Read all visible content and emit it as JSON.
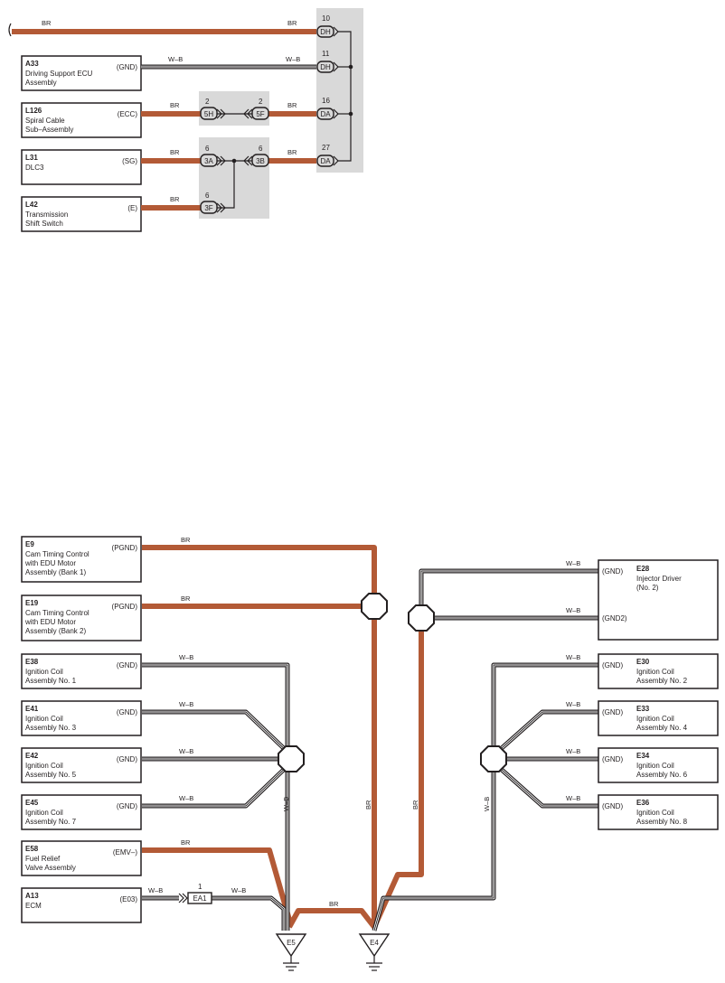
{
  "top": {
    "components": [
      {
        "code": "A33",
        "name_lines": [
          "Driving Support ECU",
          "Assembly"
        ],
        "pin": "(GND)"
      },
      {
        "code": "L126",
        "name_lines": [
          "Spiral Cable",
          "Sub–Assembly"
        ],
        "pin": "(ECC)"
      },
      {
        "code": "L31",
        "name_lines": [
          "DLC3"
        ],
        "pin": "(SG)"
      },
      {
        "code": "L42",
        "name_lines": [
          "Transmission",
          "Shift Switch"
        ],
        "pin": "(E)"
      }
    ],
    "wires": {
      "w_top_left": "BR",
      "w_top_right": "BR",
      "w_a33_left": "W–B",
      "w_a33_right": "W–B",
      "w_l126_left": "BR",
      "w_l126_mid": "BR",
      "w_l31_left": "BR",
      "w_l31_mid": "BR",
      "w_l42": "BR"
    },
    "right_connectors": [
      {
        "num": "10",
        "id": "DH"
      },
      {
        "num": "11",
        "id": "DH"
      },
      {
        "num": "16",
        "id": "DA"
      },
      {
        "num": "27",
        "id": "DA"
      }
    ],
    "mid_connectors": [
      {
        "num_left": "2",
        "id_left": "5H",
        "num_right": "2",
        "id_right": "5F"
      },
      {
        "num_left": "6",
        "id_left": "3A",
        "num_right": "6",
        "id_right": "3B"
      },
      {
        "num_left": "6",
        "id_left": "3F"
      }
    ]
  },
  "bottom": {
    "left_components": [
      {
        "code": "E9",
        "name_lines": [
          "Cam Timing Control",
          "with EDU Motor",
          "Assembly (Bank 1)"
        ],
        "pin": "(PGND)",
        "wire": "BR"
      },
      {
        "code": "E19",
        "name_lines": [
          "Cam Timing Control",
          "with EDU Motor",
          "Assembly (Bank 2)"
        ],
        "pin": "(PGND)",
        "wire": "BR"
      },
      {
        "code": "E38",
        "name_lines": [
          "Ignition Coil",
          "Assembly No. 1"
        ],
        "pin": "(GND)",
        "wire": "W–B"
      },
      {
        "code": "E41",
        "name_lines": [
          "Ignition Coil",
          "Assembly No. 3"
        ],
        "pin": "(GND)",
        "wire": "W–B"
      },
      {
        "code": "E42",
        "name_lines": [
          "Ignition Coil",
          "Assembly No. 5"
        ],
        "pin": "(GND)",
        "wire": "W–B"
      },
      {
        "code": "E45",
        "name_lines": [
          "Ignition Coil",
          "Assembly No. 7"
        ],
        "pin": "(GND)",
        "wire": "W–B"
      },
      {
        "code": "E58",
        "name_lines": [
          "Fuel Relief",
          "Valve Assembly"
        ],
        "pin": "(EMV–)",
        "wire": "BR"
      },
      {
        "code": "A13",
        "name_lines": [
          "ECM"
        ],
        "pin": "(E03)",
        "wire": "W–B"
      }
    ],
    "right_components": [
      {
        "code": "E28",
        "name_lines": [
          "Injector Driver",
          "(No. 2)"
        ],
        "pin": "(GND)",
        "pin2": "(GND2)",
        "wire": "W–B",
        "wire2": "W–B"
      },
      {
        "code": "E30",
        "name_lines": [
          "Ignition Coil",
          "Assembly No. 2"
        ],
        "pin": "(GND)",
        "wire": "W–B"
      },
      {
        "code": "E33",
        "name_lines": [
          "Ignition Coil",
          "Assembly No. 4"
        ],
        "pin": "(GND)",
        "wire": "W–B"
      },
      {
        "code": "E34",
        "name_lines": [
          "Ignition Coil",
          "Assembly No. 6"
        ],
        "pin": "(GND)",
        "wire": "W–B"
      },
      {
        "code": "E36",
        "name_lines": [
          "Ignition Coil",
          "Assembly No. 8"
        ],
        "pin": "(GND)",
        "wire": "W–B"
      }
    ],
    "ea1": {
      "num": "1",
      "id": "EA1",
      "wire_left": "W–B",
      "wire_right": "W–B"
    },
    "vertical_labels": {
      "left_wb": "W–B",
      "center_br": "BR",
      "right_br": "BR",
      "right_wb": "W–B"
    },
    "bottom_br": "BR",
    "grounds": [
      {
        "id": "E5"
      },
      {
        "id": "E4"
      }
    ]
  }
}
